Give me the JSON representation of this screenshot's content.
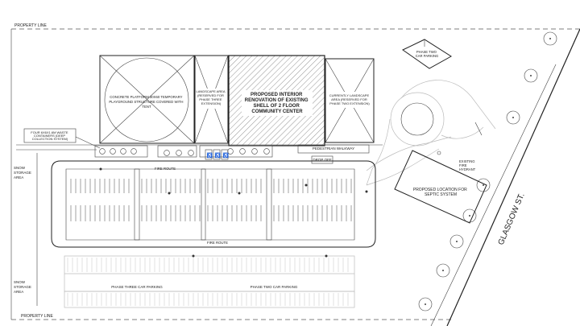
{
  "labels": {
    "property_line_top": "PROPERTY LINE",
    "property_line_bottom": "PROPERTY LINE",
    "concrete_platform": [
      "CONCRETE PLATFORM 30X60 TEMPORARY",
      "PLAYGROUND STRUCTURE COVERED WITH",
      "TENT"
    ],
    "landscape_phase_three": [
      "LANDSCAPE AREA",
      "(RESERVED FOR",
      "PHASE THREE",
      "EXTENSION)"
    ],
    "community_center": [
      "PROPOSED INTERIOR",
      "RENOVATION OF EXISTING",
      "SHELL OF 2 FLOOR",
      "COMMUNITY CENTER"
    ],
    "landscape_phase_two": [
      "CURRENTLY LANDSCAPE",
      "AREA (RESERVED FOR",
      "PHASE TWO EXTENSION)"
    ],
    "phase_two_car_parking_top": [
      "PHASE TWO",
      "CAR PARKING"
    ],
    "waste_containers": [
      "FOUR 6X6X1.6M WASTE",
      "CONTAINERS (DEEP",
      "COLLECTION SYSTEM)"
    ],
    "pedestrian_walkway": "PEDESTRIAN WALKWAY",
    "drop_off": "DROP OFF",
    "snow_storage_top": [
      "SNOW",
      "STORAGE",
      "AREA"
    ],
    "snow_storage_bottom": [
      "SNOW",
      "STORAGE",
      "AREA"
    ],
    "fire_route_top": "FIRE ROUTE",
    "fire_route_bottom": "FIRE ROUTE",
    "existing_fire_hydrant": [
      "EXISTING",
      "FIRE",
      "HYDRANT"
    ],
    "septic": [
      "PROPOSED LOCATION FOR",
      "SEPTIC SYSTEM"
    ],
    "street": "GLASGOW ST.",
    "phase_three_car_parking": "PHASE THREE CAR PARKING",
    "phase_two_car_parking_bottom": "PHASE TWO CAR PARKING"
  }
}
